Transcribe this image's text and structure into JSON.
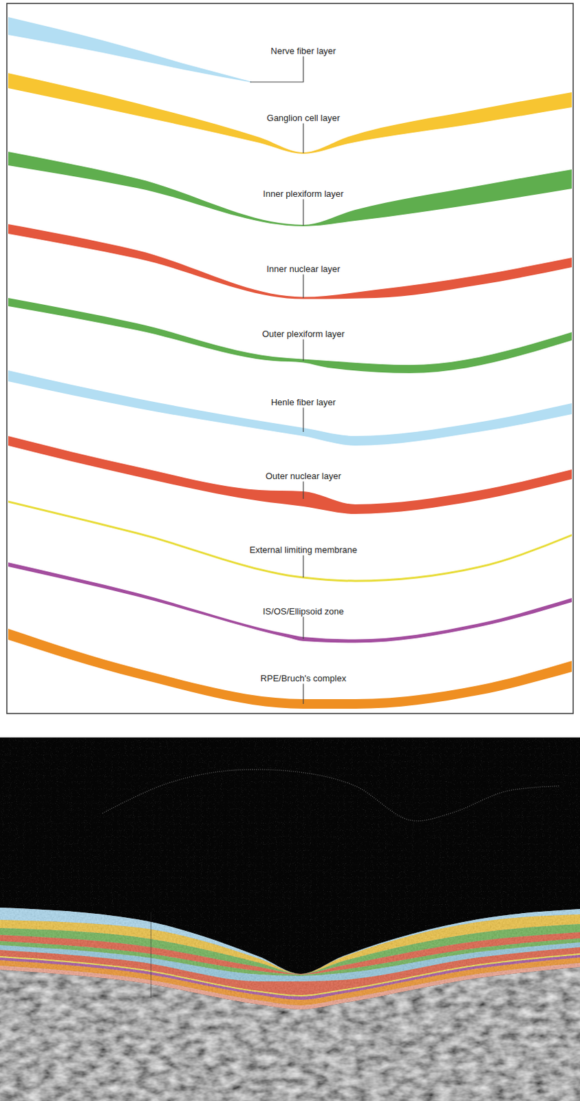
{
  "diagram": {
    "labels": [
      "Nerve fiber layer",
      "Ganglion cell layer",
      "Inner plexiform layer",
      "Inner nuclear layer",
      "Outer plexiform layer",
      "Henle fiber layer",
      "Outer nuclear layer",
      "External limiting membrane",
      "IS/OS/Ellipsoid zone",
      "RPE/Bruch's complex"
    ]
  }
}
